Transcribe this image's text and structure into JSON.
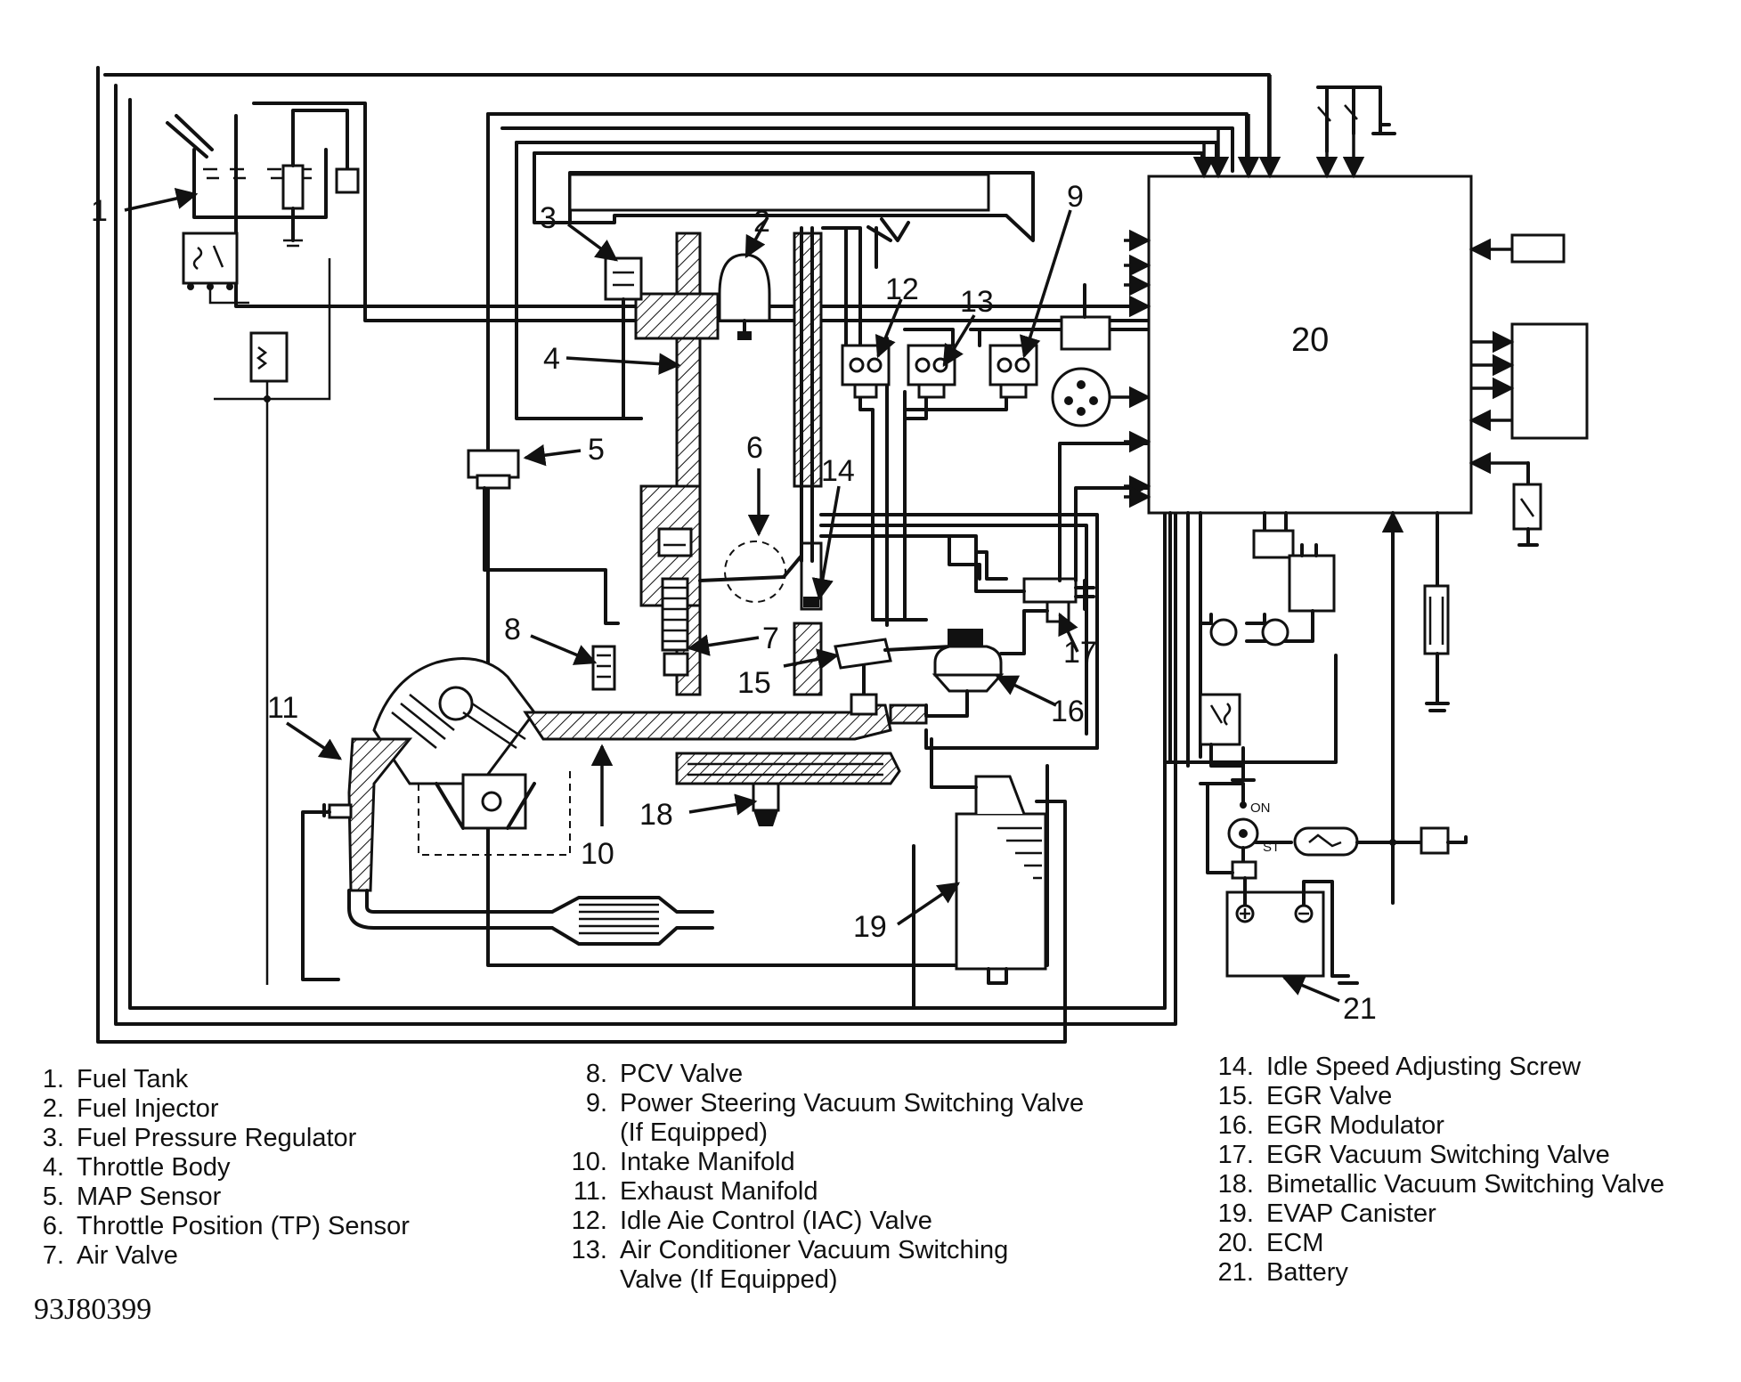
{
  "callouts": [
    "1",
    "2",
    "3",
    "4",
    "5",
    "6",
    "7",
    "8",
    "9",
    "10",
    "11",
    "12",
    "13",
    "14",
    "15",
    "16",
    "17",
    "18",
    "19",
    "20",
    "21"
  ],
  "switch_labels": {
    "on": "ON",
    "st": "ST"
  },
  "legend": {
    "column1": [
      {
        "num": "1.",
        "label": "Fuel Tank"
      },
      {
        "num": "2.",
        "label": "Fuel Injector"
      },
      {
        "num": "3.",
        "label": "Fuel Pressure Regulator"
      },
      {
        "num": "4.",
        "label": "Throttle Body"
      },
      {
        "num": "5.",
        "label": "MAP Sensor"
      },
      {
        "num": "6.",
        "label": "Throttle Position (TP) Sensor"
      },
      {
        "num": "7.",
        "label": "Air Valve"
      }
    ],
    "column2": [
      {
        "num": "8.",
        "label": "PCV Valve"
      },
      {
        "num": "9.",
        "label": "Power Steering Vacuum Switching Valve",
        "cont": "(If Equipped)"
      },
      {
        "num": "10.",
        "label": "Intake Manifold"
      },
      {
        "num": "11.",
        "label": "Exhaust Manifold"
      },
      {
        "num": "12.",
        "label": "Idle Aie Control (IAC) Valve"
      },
      {
        "num": "13.",
        "label": "Air Conditioner Vacuum Switching",
        "cont": "Valve (If Equipped)"
      }
    ],
    "column3": [
      {
        "num": "14.",
        "label": "Idle Speed Adjusting Screw"
      },
      {
        "num": "15.",
        "label": "EGR Valve"
      },
      {
        "num": "16.",
        "label": "EGR Modulator"
      },
      {
        "num": "17.",
        "label": "EGR Vacuum Switching Valve"
      },
      {
        "num": "18.",
        "label": "Bimetallic Vacuum Switching Valve"
      },
      {
        "num": "19.",
        "label": "EVAP Canister"
      },
      {
        "num": "20.",
        "label": "ECM"
      },
      {
        "num": "21.",
        "label": "Battery"
      }
    ]
  },
  "figure_id": "93J80399"
}
